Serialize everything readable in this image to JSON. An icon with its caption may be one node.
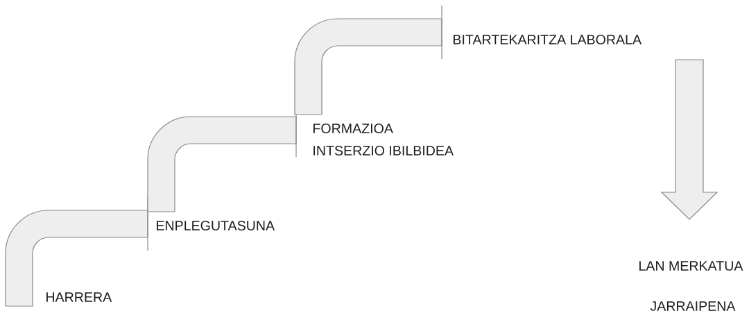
{
  "diagram": {
    "nodes": [
      {
        "text": [
          "HARRERA"
        ]
      },
      {
        "text": [
          "ENPLEGUTASUNA"
        ]
      },
      {
        "text": [
          "FORMAZIOA",
          "INTSERZIO IBILBIDEA"
        ]
      },
      {
        "text": [
          "BITARTEKARITZA LABORALA"
        ]
      },
      {
        "text": [
          "LAN MERKATUA"
        ]
      }
    ],
    "edges": [
      {
        "from": 3,
        "to": 4,
        "arrow": "to"
      }
    ],
    "labels": [
      "JARRAIPENA"
    ]
  }
}
